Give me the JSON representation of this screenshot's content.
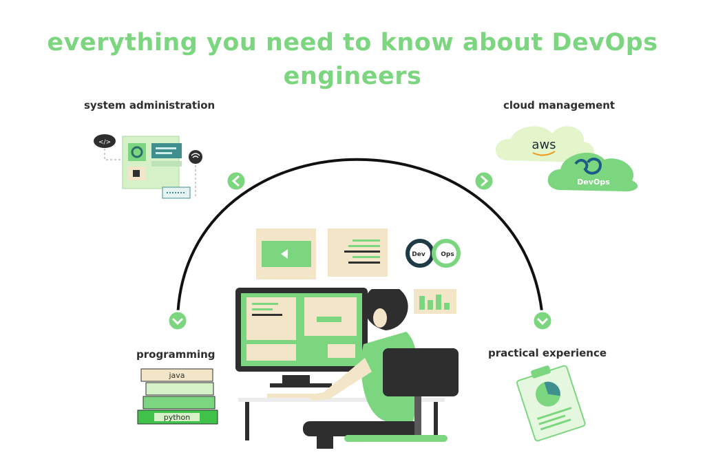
{
  "title": "everything you need to know about DevOps engineers",
  "sections": {
    "system_administration": "system administration",
    "cloud_management": "cloud management",
    "programming": "programming",
    "practical_experience": "practical experience"
  },
  "cloud_logos": {
    "aws": "aws",
    "devops": "DevOps"
  },
  "devops_badge": {
    "left": "Dev",
    "right": "Ops"
  },
  "books": {
    "top": "java",
    "bottom": "python"
  },
  "code_tag": "</>",
  "colors": {
    "accent_green": "#7cd67f",
    "light_green": "#d6f1c8",
    "tan": "#f3e6c8",
    "dark": "#2e2e2e",
    "teal": "#3f8f8f"
  },
  "chevrons": [
    "chevron-left-icon",
    "chevron-right-icon",
    "chevron-down-icon",
    "chevron-down-icon"
  ]
}
